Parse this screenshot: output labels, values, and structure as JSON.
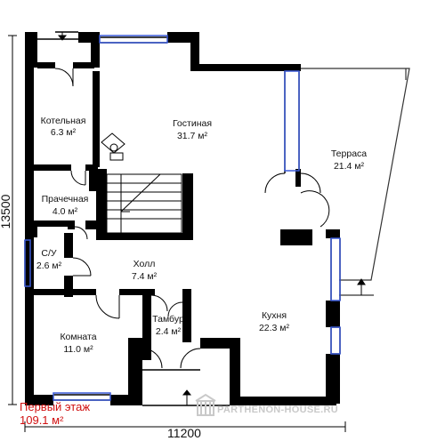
{
  "dimensions": {
    "width": "11200",
    "height": "13500"
  },
  "floor": {
    "title": "Первый этаж",
    "area": "109.1 м²"
  },
  "watermark": "PARTHENON-HOUSE.RU",
  "rooms": [
    {
      "name": "Котельная",
      "area": "6.3 м²"
    },
    {
      "name": "Гостиная",
      "area": "31.7 м²"
    },
    {
      "name": "Терраса",
      "area": "21.4 м²"
    },
    {
      "name": "Прачечная",
      "area": "4.0 м²"
    },
    {
      "name": "С/У",
      "area": "2.6 м²"
    },
    {
      "name": "Холл",
      "area": "7.4 м²"
    },
    {
      "name": "Кухня",
      "area": "22.3 м²"
    },
    {
      "name": "Тамбур",
      "area": "2.4 м²"
    },
    {
      "name": "Комната",
      "area": "11.0 м²"
    }
  ]
}
